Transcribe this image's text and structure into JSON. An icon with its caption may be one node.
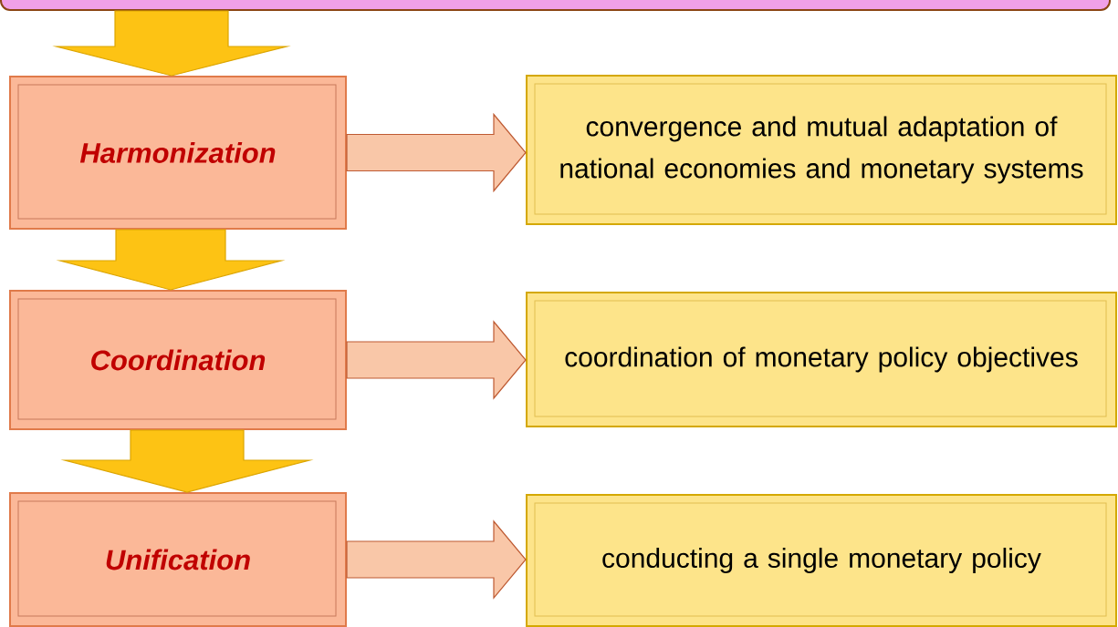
{
  "diagram": {
    "nodes": [
      {
        "text": [],
        "shape": "box"
      },
      {
        "text": [
          "Harmonization"
        ]
      },
      {
        "text": [
          "convergence and mutual adaptation of national economies and monetary systems"
        ]
      },
      {
        "text": [
          "Coordination"
        ]
      },
      {
        "text": [
          "coordination of monetary policy objectives"
        ]
      },
      {
        "text": [
          "Unification"
        ]
      },
      {
        "text": [
          "conducting a single monetary policy"
        ]
      }
    ],
    "edges": [
      {
        "from": 0,
        "to": 1,
        "arrow": "to"
      },
      {
        "from": 1,
        "to": 2,
        "arrow": "to"
      },
      {
        "from": 1,
        "to": 3,
        "arrow": "to"
      },
      {
        "from": 3,
        "to": 4,
        "arrow": "to"
      },
      {
        "from": 3,
        "to": 5,
        "arrow": "to"
      },
      {
        "from": 5,
        "to": 6,
        "arrow": "to"
      }
    ]
  }
}
